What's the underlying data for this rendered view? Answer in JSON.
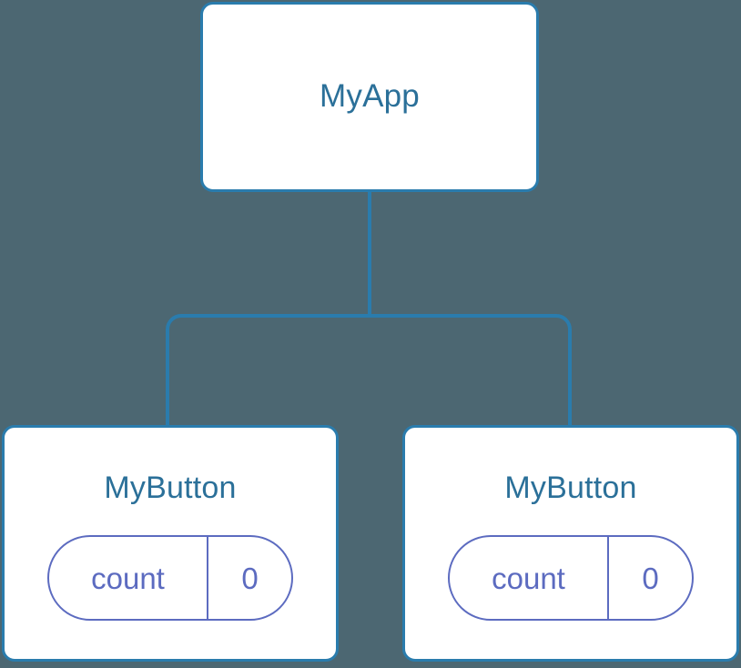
{
  "diagram": {
    "type": "component-tree",
    "background_color": "#4c6772",
    "node_border_color": "#2a7cad",
    "node_fill_color": "#ffffff",
    "node_title_color": "#2b7099",
    "state_accent_color": "#5c6bc0",
    "connector_color": "#2a7cad"
  },
  "root": {
    "title": "MyApp"
  },
  "children": [
    {
      "title": "MyButton",
      "state": {
        "key": "count",
        "value": "0"
      }
    },
    {
      "title": "MyButton",
      "state": {
        "key": "count",
        "value": "0"
      }
    }
  ]
}
